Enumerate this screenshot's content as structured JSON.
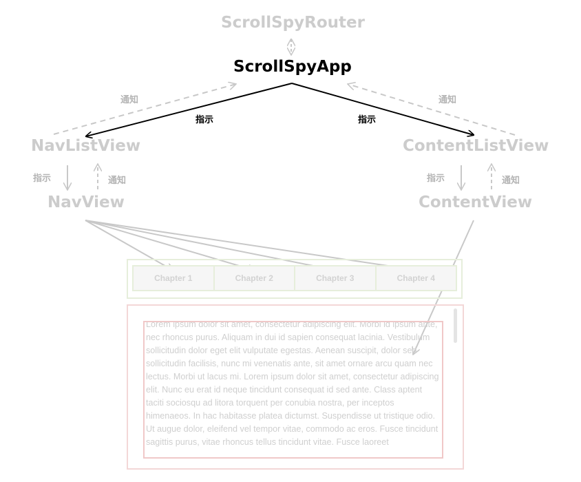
{
  "nodes": {
    "router": "ScrollSpyRouter",
    "app": "ScrollSpyApp",
    "nav_list_view": "NavListView",
    "content_list_view": "ContentListView",
    "nav_view": "NavView",
    "content_view": "ContentView"
  },
  "labels": {
    "notify_left": "通知",
    "notify_right": "通知",
    "instruct_left": "指示",
    "instruct_right": "指示",
    "nav_instruct": "指示",
    "nav_notify": "通知",
    "content_instruct": "指示",
    "content_notify": "通知"
  },
  "nav_tabs": [
    "Chapter 1",
    "Chapter 2",
    "Chapter 3",
    "Chapter 4"
  ],
  "content_text": "Lorem ipsum dolor sit amet, consectetur adipiscing elit. Morbi id ipsum ante, nec rhoncus purus. Aliquam in dui id sapien consequat lacinia. Vestibulum sollicitudin dolor eget elit vulputate egestas. Aenean suscipit, dolor sed sollicitudin facilisis, nunc mi venenatis ante, sit amet ornare arcu quam nec lectus. Morbi ut lacus mi. Lorem ipsum dolor sit amet, consectetur adipiscing elit. Nunc eu erat id neque tincidunt consequat id sed ante. Class aptent taciti sociosqu ad litora torquent per conubia nostra, per inceptos himenaeos. In hac habitasse platea dictumst. Suspendisse ut tristique odio. Ut augue dolor, eleifend vel tempor vitae, commodo ac eros. Fusce tincidunt sagittis purus, vitae rhoncus tellus tincidunt vitae. Fusce laoreet",
  "colors": {
    "faded_text": "#cccccc",
    "main_text": "#000000",
    "arrow_gray": "#c8c8c8",
    "nav_border": "#e6eedb",
    "content_border": "#f0c8c8"
  }
}
